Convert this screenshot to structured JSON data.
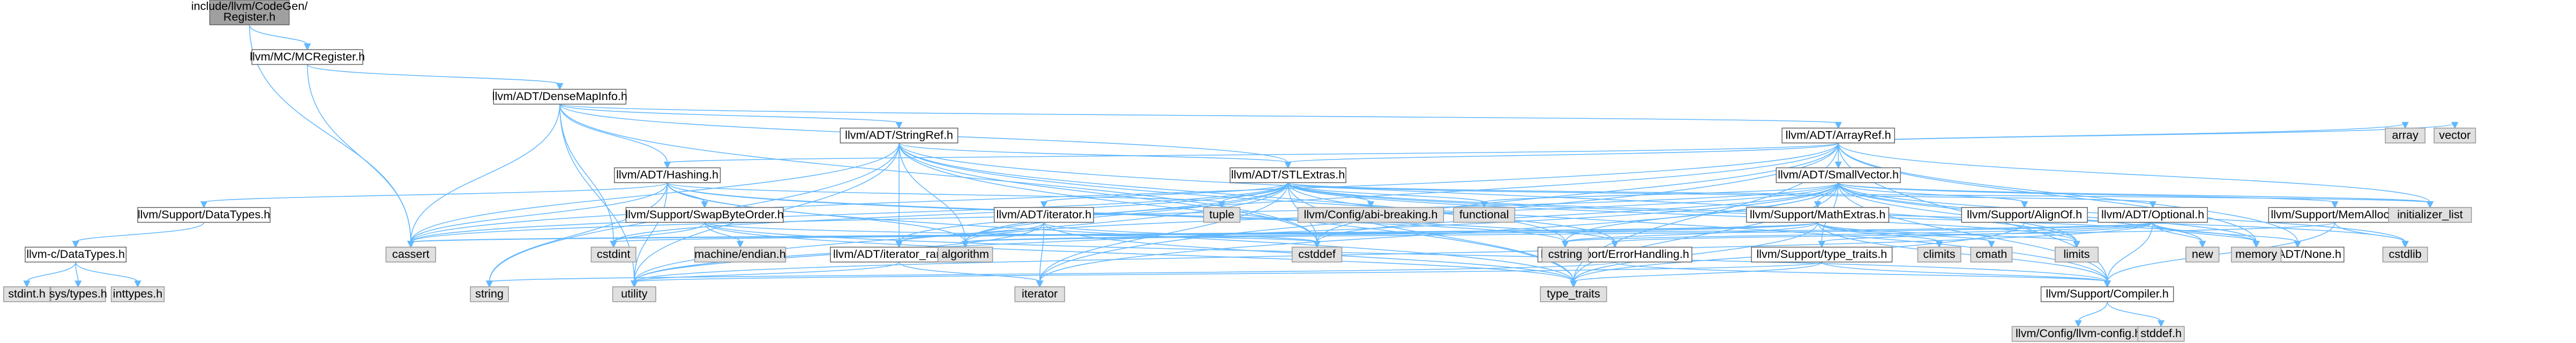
{
  "graph": {
    "colors": {
      "edge": "#63b8ff",
      "root_fill": "#a0a0a0",
      "doc_fill": "#ffffff",
      "system_fill": "#e0e0e0"
    },
    "nodes": [
      {
        "id": "root",
        "label": "include/llvm/CodeGen/Register.h",
        "lines": [
          "include/llvm/CodeGen/",
          "Register.h"
        ],
        "kind": "root"
      },
      {
        "id": "mcregister",
        "label": "llvm/MC/MCRegister.h",
        "kind": "doc"
      },
      {
        "id": "densemapinfo",
        "label": "llvm/ADT/DenseMapInfo.h",
        "kind": "doc"
      },
      {
        "id": "stringref",
        "label": "llvm/ADT/StringRef.h",
        "kind": "doc"
      },
      {
        "id": "arrayref",
        "label": "llvm/ADT/ArrayRef.h",
        "kind": "doc"
      },
      {
        "id": "hashing",
        "label": "llvm/ADT/Hashing.h",
        "kind": "doc"
      },
      {
        "id": "stlextras",
        "label": "llvm/ADT/STLExtras.h",
        "kind": "doc"
      },
      {
        "id": "smallvector",
        "label": "llvm/ADT/SmallVector.h",
        "kind": "doc"
      },
      {
        "id": "datatypes",
        "label": "llvm/Support/DataTypes.h",
        "kind": "doc"
      },
      {
        "id": "llvmc_datatypes",
        "label": "llvm-c/DataTypes.h",
        "kind": "doc"
      },
      {
        "id": "swapbyteorder",
        "label": "llvm/Support/SwapByteOrder.h",
        "kind": "doc"
      },
      {
        "id": "iterator",
        "label": "llvm/ADT/iterator.h",
        "kind": "doc"
      },
      {
        "id": "iterator_range",
        "label": "llvm/ADT/iterator_range.h",
        "kind": "doc"
      },
      {
        "id": "mathextras",
        "label": "llvm/Support/MathExtras.h",
        "kind": "doc"
      },
      {
        "id": "alignof",
        "label": "llvm/Support/AlignOf.h",
        "kind": "doc"
      },
      {
        "id": "optional",
        "label": "llvm/ADT/Optional.h",
        "kind": "doc"
      },
      {
        "id": "memalloc",
        "label": "llvm/Support/MemAlloc.h",
        "kind": "doc"
      },
      {
        "id": "errorhandling",
        "label": "llvm/Support/ErrorHandling.h",
        "kind": "doc"
      },
      {
        "id": "typetraits",
        "label": "llvm/Support/type_traits.h",
        "kind": "doc"
      },
      {
        "id": "none",
        "label": "llvm/ADT/None.h",
        "kind": "doc"
      },
      {
        "id": "compiler",
        "label": "llvm/Support/Compiler.h",
        "kind": "doc"
      },
      {
        "id": "abibreaking",
        "label": "llvm/Config/abi-breaking.h",
        "kind": "sys"
      },
      {
        "id": "llvmconfig",
        "label": "llvm/Config/llvm-config.h",
        "kind": "sys"
      },
      {
        "id": "cassert",
        "label": "cassert",
        "kind": "sys"
      },
      {
        "id": "cstdint",
        "label": "cstdint",
        "kind": "sys"
      },
      {
        "id": "utility",
        "label": "utility",
        "kind": "sys"
      },
      {
        "id": "string",
        "label": "string",
        "kind": "sys"
      },
      {
        "id": "algorithm",
        "label": "algorithm",
        "kind": "sys"
      },
      {
        "id": "cstddef",
        "label": "cstddef",
        "kind": "sys"
      },
      {
        "id": "cstring",
        "label": "cstring",
        "kind": "sys"
      },
      {
        "id": "iterator_std",
        "label": "iterator",
        "kind": "sys"
      },
      {
        "id": "type_traits",
        "label": "type_traits",
        "kind": "sys"
      },
      {
        "id": "array",
        "label": "array",
        "kind": "sys"
      },
      {
        "id": "vector",
        "label": "vector",
        "kind": "sys"
      },
      {
        "id": "tuple",
        "label": "tuple",
        "kind": "sys"
      },
      {
        "id": "functional",
        "label": "functional",
        "kind": "sys"
      },
      {
        "id": "initializer_list",
        "label": "initializer_list",
        "kind": "sys"
      },
      {
        "id": "limits",
        "label": "limits",
        "kind": "sys"
      },
      {
        "id": "climits",
        "label": "climits",
        "kind": "sys"
      },
      {
        "id": "cmath",
        "label": "cmath",
        "kind": "sys"
      },
      {
        "id": "new",
        "label": "new",
        "kind": "sys"
      },
      {
        "id": "memory",
        "label": "memory",
        "kind": "sys"
      },
      {
        "id": "cstdlib",
        "label": "cstdlib",
        "kind": "sys"
      },
      {
        "id": "machine_endian",
        "label": "machine/endian.h",
        "kind": "sys"
      },
      {
        "id": "stdint",
        "label": "stdint.h",
        "kind": "sys"
      },
      {
        "id": "systypes",
        "label": "sys/types.h",
        "kind": "sys"
      },
      {
        "id": "inttypes",
        "label": "inttypes.h",
        "kind": "sys"
      },
      {
        "id": "stddef",
        "label": "stddef.h",
        "kind": "sys"
      }
    ],
    "edges": [
      [
        "root",
        "mcregister"
      ],
      [
        "root",
        "cassert"
      ],
      [
        "mcregister",
        "densemapinfo"
      ],
      [
        "mcregister",
        "cassert"
      ],
      [
        "densemapinfo",
        "stringref"
      ],
      [
        "densemapinfo",
        "arrayref"
      ],
      [
        "densemapinfo",
        "hashing"
      ],
      [
        "densemapinfo",
        "cassert"
      ],
      [
        "densemapinfo",
        "cstddef"
      ],
      [
        "densemapinfo",
        "cstdint"
      ],
      [
        "densemapinfo",
        "utility"
      ],
      [
        "densemapinfo",
        "stlextras"
      ],
      [
        "stringref",
        "stlextras"
      ],
      [
        "stringref",
        "iterator_range"
      ],
      [
        "stringref",
        "compiler"
      ],
      [
        "stringref",
        "algorithm"
      ],
      [
        "stringref",
        "cassert"
      ],
      [
        "stringref",
        "cstddef"
      ],
      [
        "stringref",
        "cstring"
      ],
      [
        "stringref",
        "limits"
      ],
      [
        "stringref",
        "string"
      ],
      [
        "stringref",
        "type_traits"
      ],
      [
        "stringref",
        "utility"
      ],
      [
        "arrayref",
        "hashing"
      ],
      [
        "arrayref",
        "none"
      ],
      [
        "arrayref",
        "smallvector"
      ],
      [
        "arrayref",
        "stlextras"
      ],
      [
        "arrayref",
        "compiler"
      ],
      [
        "arrayref",
        "algorithm"
      ],
      [
        "arrayref",
        "array"
      ],
      [
        "arrayref",
        "cassert"
      ],
      [
        "arrayref",
        "cstddef"
      ],
      [
        "arrayref",
        "initializer_list"
      ],
      [
        "arrayref",
        "iterator_std"
      ],
      [
        "arrayref",
        "memory"
      ],
      [
        "arrayref",
        "type_traits"
      ],
      [
        "arrayref",
        "vector"
      ],
      [
        "hashing",
        "errorhandling"
      ],
      [
        "hashing",
        "swapbyteorder"
      ],
      [
        "hashing",
        "type_traits"
      ],
      [
        "hashing",
        "datatypes"
      ],
      [
        "hashing",
        "algorithm"
      ],
      [
        "hashing",
        "cassert"
      ],
      [
        "hashing",
        "cstring"
      ],
      [
        "hashing",
        "string"
      ],
      [
        "hashing",
        "tuple"
      ],
      [
        "hashing",
        "utility"
      ],
      [
        "stlextras",
        "optional"
      ],
      [
        "stlextras",
        "iterator"
      ],
      [
        "stlextras",
        "iterator_range"
      ],
      [
        "stlextras",
        "abibreaking"
      ],
      [
        "stlextras",
        "errorhandling"
      ],
      [
        "stlextras",
        "algorithm"
      ],
      [
        "stlextras",
        "cassert"
      ],
      [
        "stlextras",
        "cstddef"
      ],
      [
        "stlextras",
        "cstdint"
      ],
      [
        "stlextras",
        "cstdlib"
      ],
      [
        "stlextras",
        "functional"
      ],
      [
        "stlextras",
        "initializer_list"
      ],
      [
        "stlextras",
        "iterator_std"
      ],
      [
        "stlextras",
        "limits"
      ],
      [
        "stlextras",
        "memory"
      ],
      [
        "stlextras",
        "tuple"
      ],
      [
        "stlextras",
        "type_traits"
      ],
      [
        "stlextras",
        "utility"
      ],
      [
        "smallvector",
        "compiler"
      ],
      [
        "smallvector",
        "memalloc"
      ],
      [
        "smallvector",
        "typetraits"
      ],
      [
        "smallvector",
        "mathextras"
      ],
      [
        "smallvector",
        "alignof"
      ],
      [
        "smallvector",
        "algorithm"
      ],
      [
        "smallvector",
        "cassert"
      ],
      [
        "smallvector",
        "cstddef"
      ],
      [
        "smallvector",
        "cstdlib"
      ],
      [
        "smallvector",
        "cstring"
      ],
      [
        "smallvector",
        "functional"
      ],
      [
        "smallvector",
        "initializer_list"
      ],
      [
        "smallvector",
        "iterator_std"
      ],
      [
        "smallvector",
        "limits"
      ],
      [
        "smallvector",
        "memory"
      ],
      [
        "smallvector",
        "new"
      ],
      [
        "smallvector",
        "type_traits"
      ],
      [
        "smallvector",
        "utility"
      ],
      [
        "datatypes",
        "llvmc_datatypes"
      ],
      [
        "llvmc_datatypes",
        "stdint"
      ],
      [
        "llvmc_datatypes",
        "systypes"
      ],
      [
        "llvmc_datatypes",
        "inttypes"
      ],
      [
        "swapbyteorder",
        "compiler"
      ],
      [
        "swapbyteorder",
        "cstddef"
      ],
      [
        "swapbyteorder",
        "cstdint"
      ],
      [
        "swapbyteorder",
        "type_traits"
      ],
      [
        "swapbyteorder",
        "machine_endian"
      ],
      [
        "iterator",
        "iterator_range"
      ],
      [
        "iterator",
        "cstddef"
      ],
      [
        "iterator",
        "iterator_std"
      ],
      [
        "iterator",
        "type_traits"
      ],
      [
        "iterator",
        "utility"
      ],
      [
        "iterator_range",
        "iterator_std"
      ],
      [
        "iterator_range",
        "utility"
      ],
      [
        "mathextras",
        "compiler"
      ],
      [
        "mathextras",
        "algorithm"
      ],
      [
        "mathextras",
        "cassert"
      ],
      [
        "mathextras",
        "climits"
      ],
      [
        "mathextras",
        "cmath"
      ],
      [
        "mathextras",
        "cstdint"
      ],
      [
        "mathextras",
        "cstring"
      ],
      [
        "mathextras",
        "limits"
      ],
      [
        "mathextras",
        "type_traits"
      ],
      [
        "alignof",
        "type_traits"
      ],
      [
        "optional",
        "none"
      ],
      [
        "optional",
        "compiler"
      ],
      [
        "optional",
        "typetraits"
      ],
      [
        "optional",
        "cassert"
      ],
      [
        "optional",
        "memory"
      ],
      [
        "optional",
        "new"
      ],
      [
        "optional",
        "utility"
      ],
      [
        "optional",
        "cstring"
      ],
      [
        "optional",
        "algorithm"
      ],
      [
        "memalloc",
        "compiler"
      ],
      [
        "memalloc",
        "errorhandling"
      ],
      [
        "memalloc",
        "cstdlib"
      ],
      [
        "errorhandling",
        "compiler"
      ],
      [
        "errorhandling",
        "string"
      ],
      [
        "typetraits",
        "compiler"
      ],
      [
        "typetraits",
        "type_traits"
      ],
      [
        "typetraits",
        "utility"
      ],
      [
        "compiler",
        "llvmconfig"
      ],
      [
        "compiler",
        "stddef"
      ]
    ]
  }
}
